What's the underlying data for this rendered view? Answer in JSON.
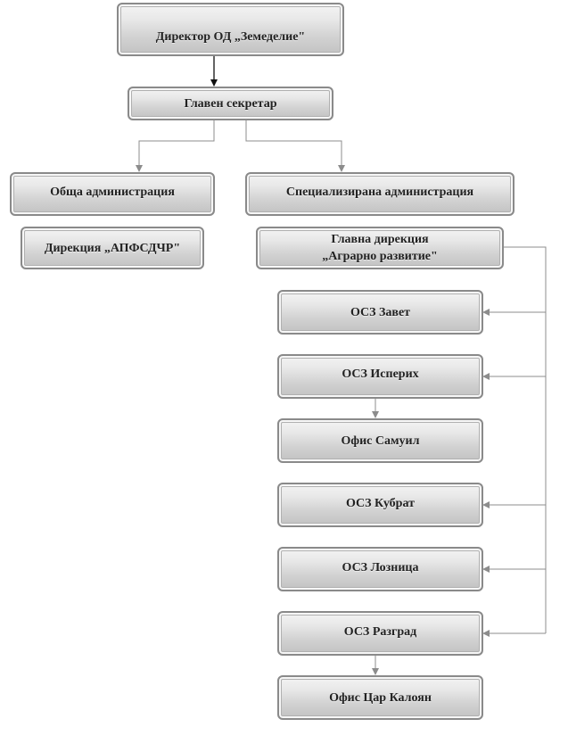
{
  "org_chart": {
    "director": "Директор ОД „Земеделие\"",
    "chief_secretary": "Главен секретар",
    "general_administration": "Обща администрация",
    "specialized_administration": "Специализирана администрация",
    "directorate_apfsdchr": "Дирекция „АПФСДЧР\"",
    "main_directorate": "Главна дирекция\n„Аграрно развитие\"",
    "offices": [
      "ОСЗ Завет",
      "ОСЗ Исперих",
      "Офис Самуил",
      "ОСЗ Кубрат",
      "ОСЗ Лозница",
      "ОСЗ Разград",
      "Офис Цар Калоян"
    ]
  },
  "colors": {
    "box_border": "#8a8a8a",
    "box_fill_top": "#f4f4f4",
    "box_fill_bottom": "#c2c2c2",
    "connector": "#8c8c8c",
    "director_arrow": "#111111",
    "text": "#222222"
  }
}
